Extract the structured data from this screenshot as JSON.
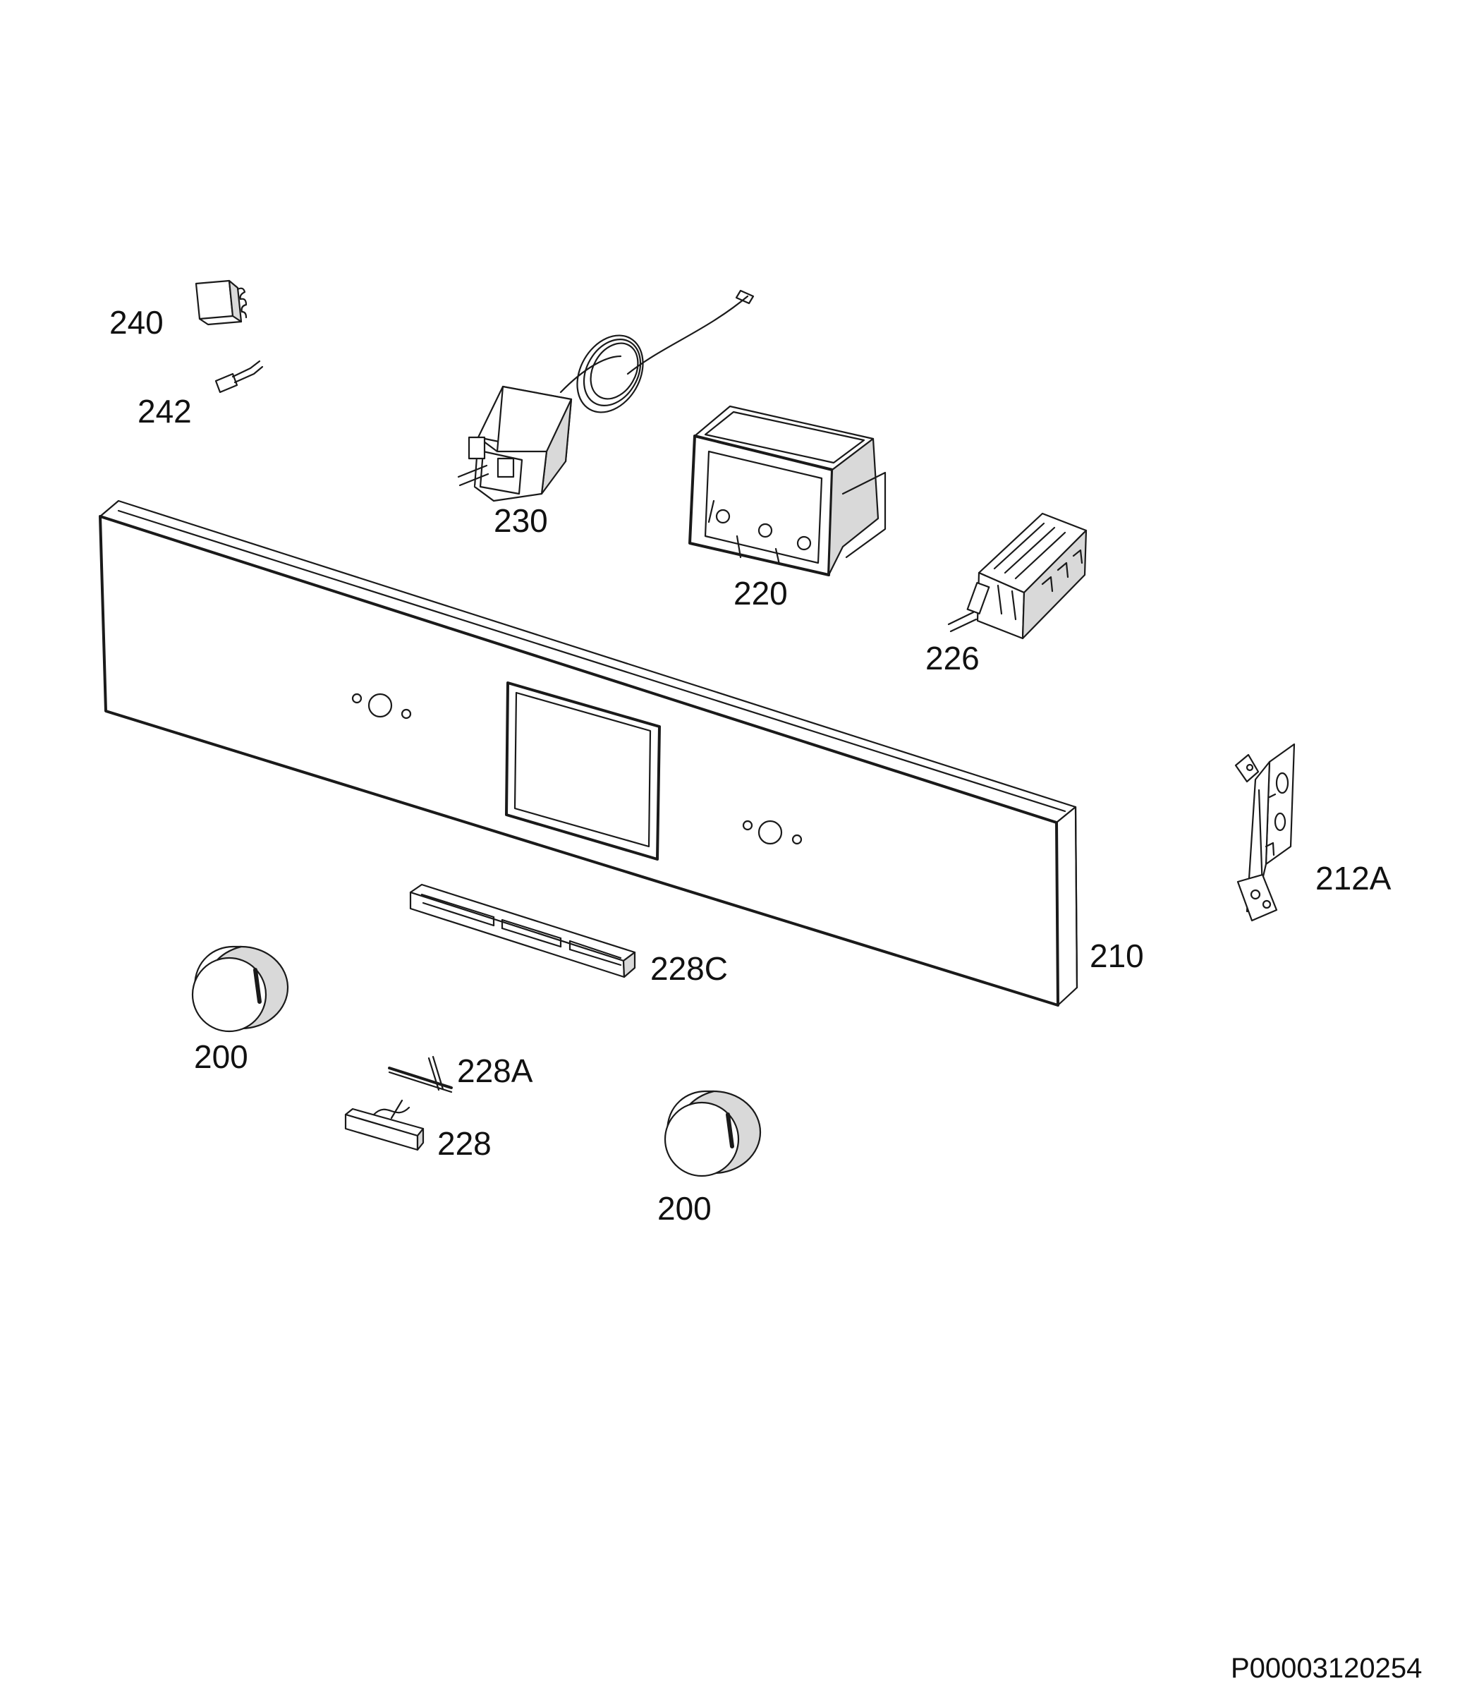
{
  "labels": {
    "p240": "240",
    "p242": "242",
    "p230": "230",
    "p220": "220",
    "p226": "226",
    "p212a": "212A",
    "p210": "210",
    "p228c": "228C",
    "p200_left": "200",
    "p228a": "228A",
    "p228": "228",
    "p200_right": "200"
  },
  "drawing_code": "P00003120254"
}
